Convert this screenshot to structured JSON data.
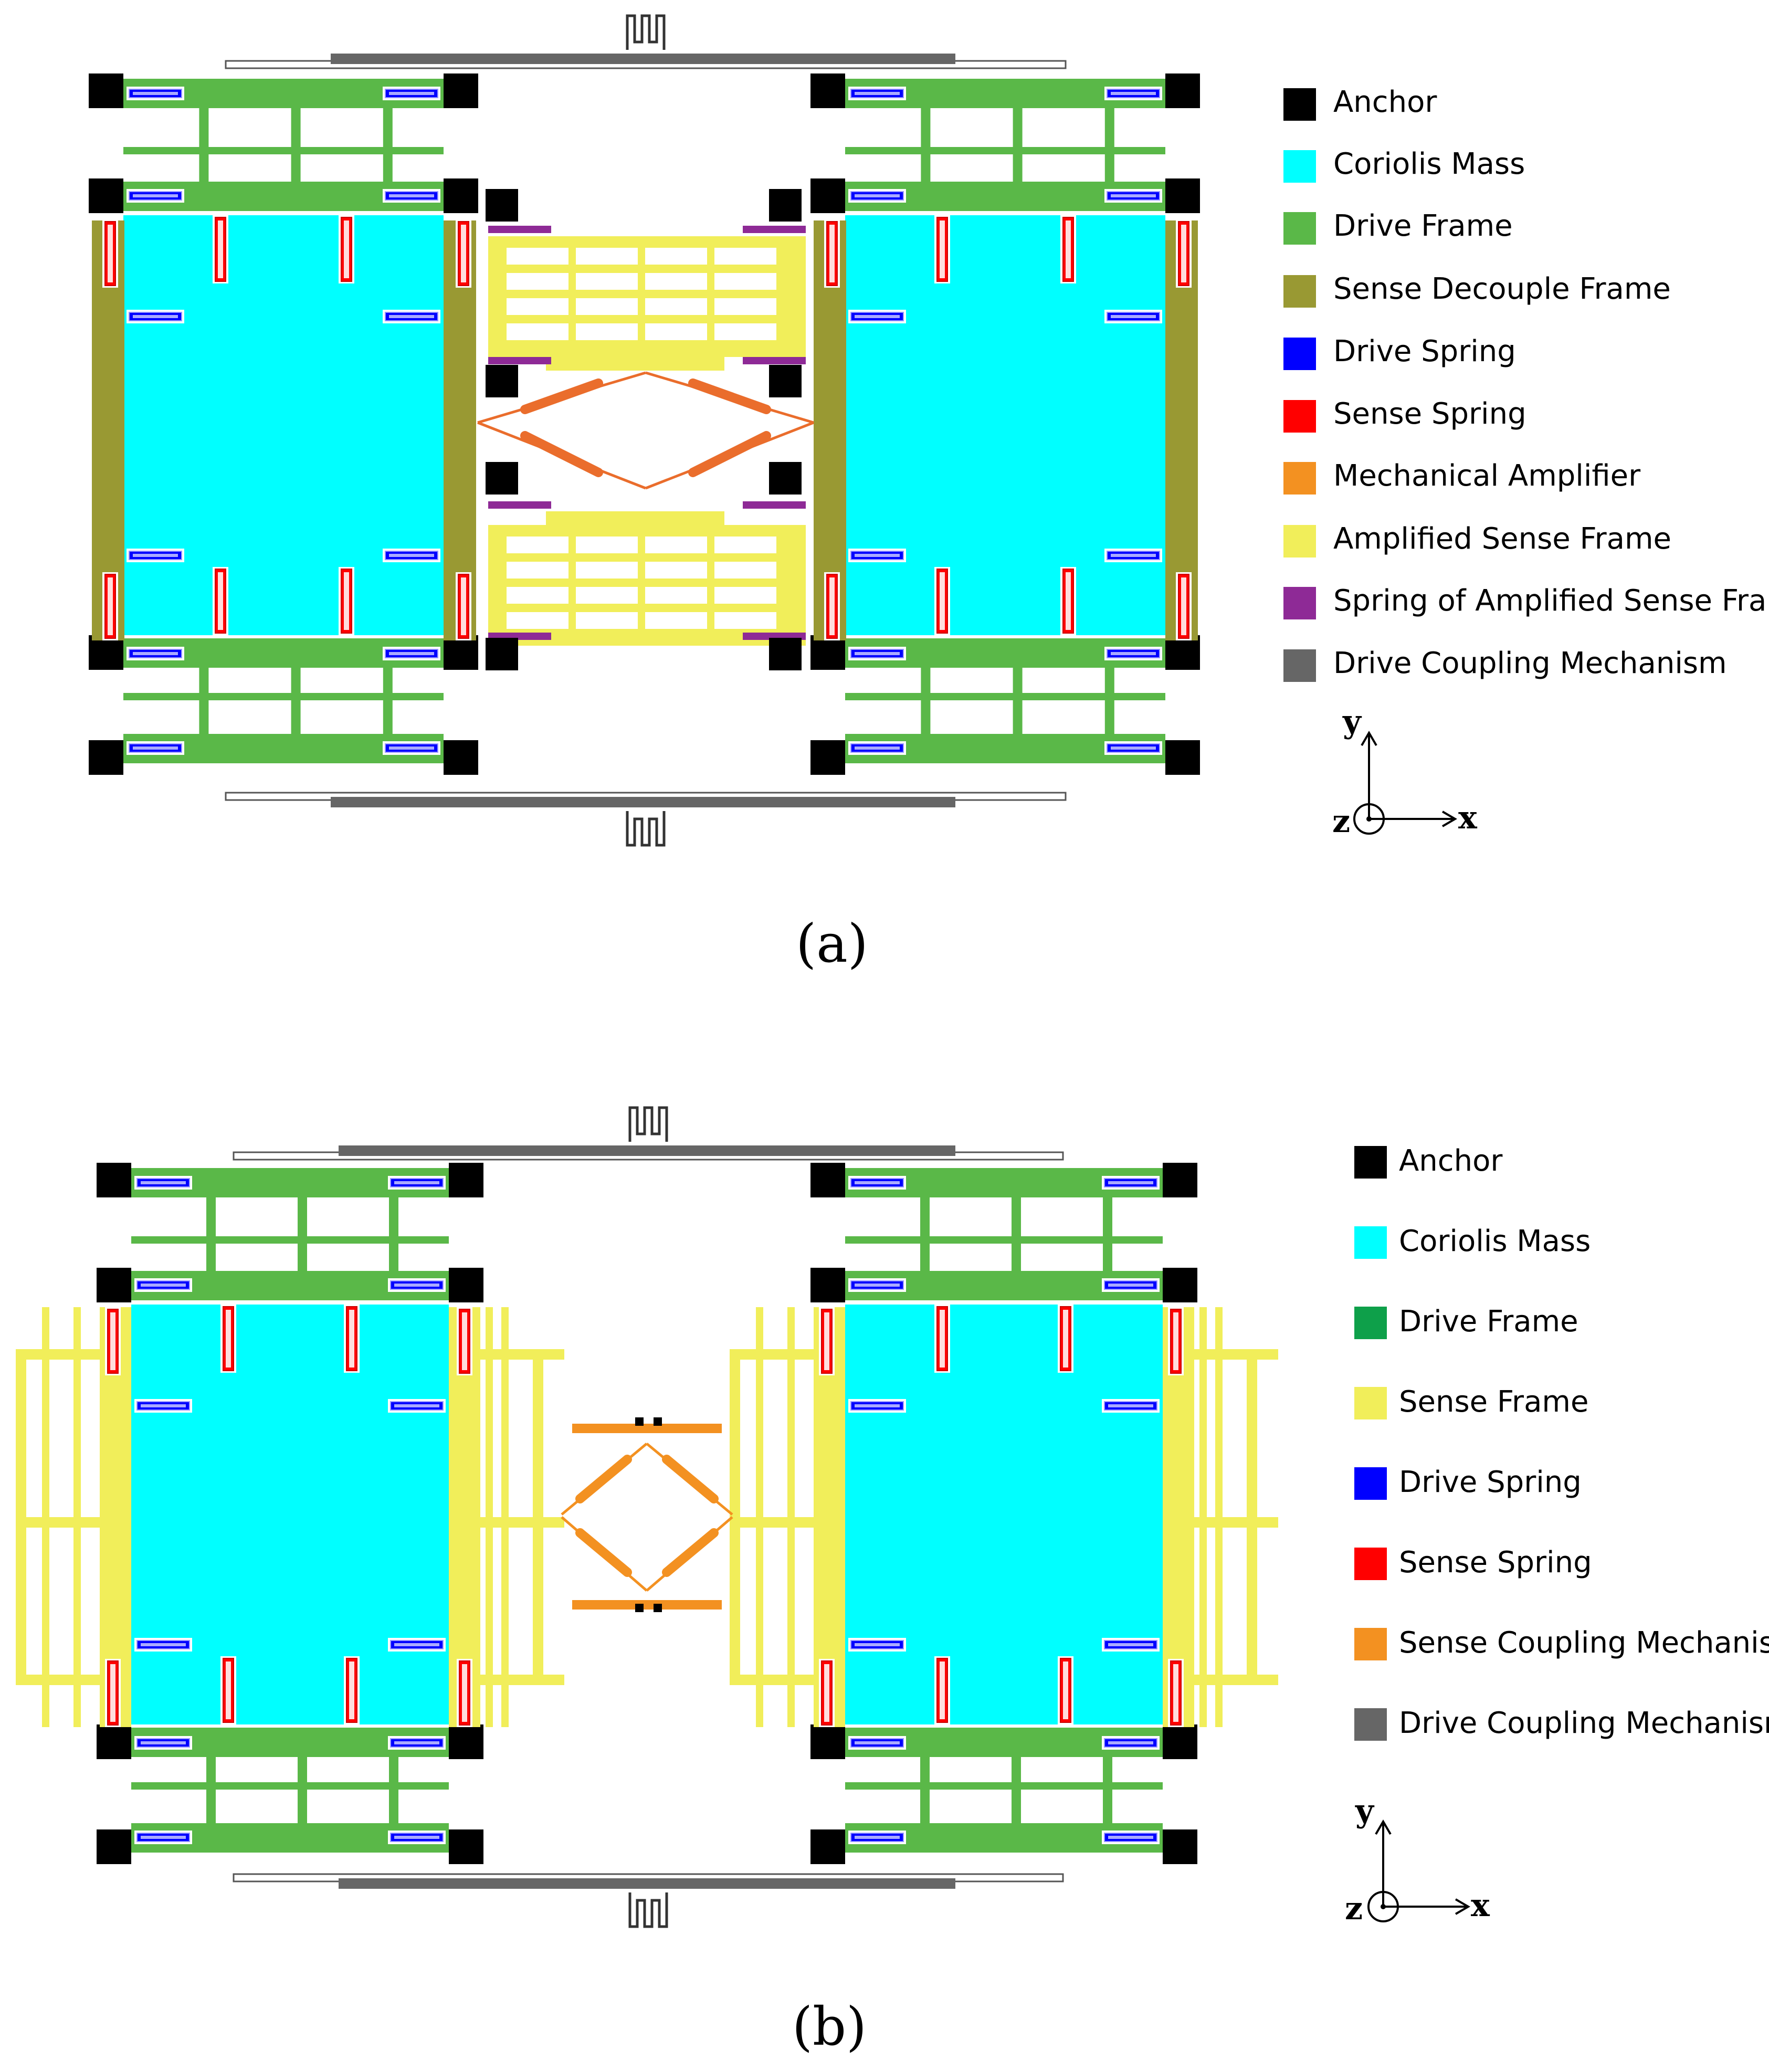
{
  "colors": {
    "anchor": "#000000",
    "coriolis": "#00ffff",
    "drive_frame": "#5ab848",
    "drive_frame_b": "#0ea04a",
    "decouple": "#999933",
    "drive_spring": "#0000ff",
    "sense_spring": "#ff0000",
    "mech_amp": "#ea6d2c",
    "sense_coupling": "#f39121",
    "amp_sense_frame": "#f1ee5a",
    "spring_amp": "#8e2a96",
    "drive_coupling": "#666666"
  },
  "figure_a": {
    "caption": "(a)",
    "legend": [
      {
        "label": "Anchor",
        "color": "#000000"
      },
      {
        "label": "Coriolis Mass",
        "color": "#00ffff"
      },
      {
        "label": "Drive Frame",
        "color": "#5ab848"
      },
      {
        "label": "Sense Decouple Frame",
        "color": "#999933"
      },
      {
        "label": "Drive Spring",
        "color": "#0000ff"
      },
      {
        "label": "Sense Spring",
        "color": "#ff0000"
      },
      {
        "label": "Mechanical Amplifier",
        "color": "#f39121"
      },
      {
        "label": "Amplified Sense Frame",
        "color": "#f1ee5a"
      },
      {
        "label": "Spring of Amplified Sense Frame",
        "color": "#8e2a96"
      },
      {
        "label": "Drive Coupling Mechanism",
        "color": "#666666"
      }
    ],
    "axes": {
      "y": "y",
      "z": "z",
      "x": "x"
    }
  },
  "figure_b": {
    "caption": "(b)",
    "legend": [
      {
        "label": "Anchor",
        "color": "#000000"
      },
      {
        "label": "Coriolis Mass",
        "color": "#00ffff"
      },
      {
        "label": "Drive Frame",
        "color": "#0ea04a"
      },
      {
        "label": "Sense Frame",
        "color": "#f1ee5a"
      },
      {
        "label": "Drive Spring",
        "color": "#0000ff"
      },
      {
        "label": "Sense Spring",
        "color": "#ff0000"
      },
      {
        "label": "Sense Coupling Mechanism",
        "color": "#f39121"
      },
      {
        "label": "Drive Coupling Mechanism",
        "color": "#666666"
      }
    ],
    "axes": {
      "y": "y",
      "z": "z",
      "x": "x"
    }
  }
}
